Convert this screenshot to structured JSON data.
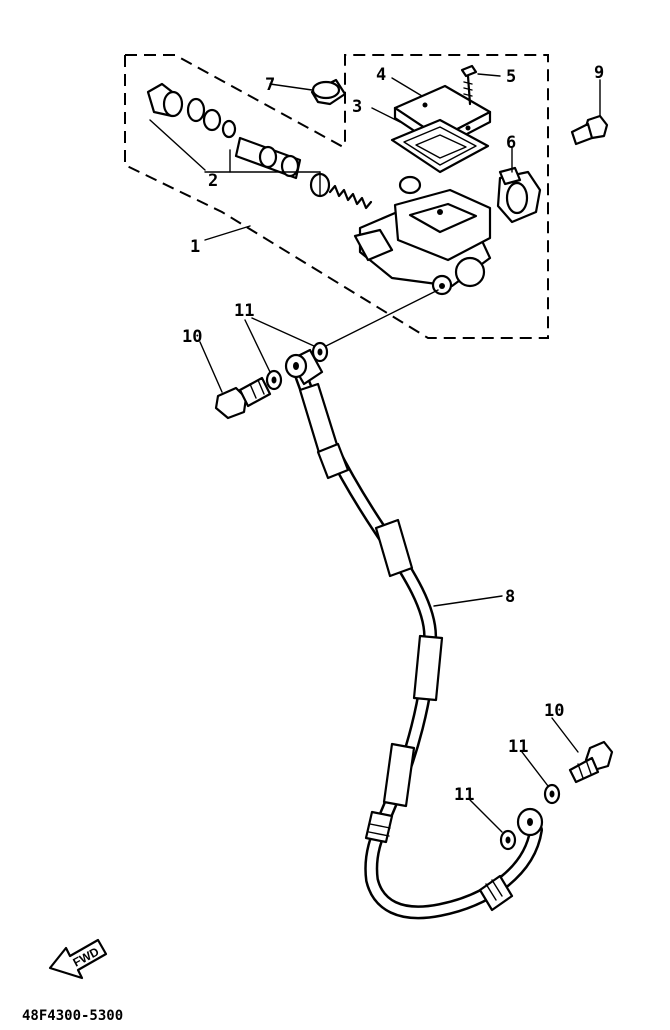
{
  "diagram": {
    "part_code": "48F4300-5300",
    "direction_arrow": "FWD",
    "callouts": [
      {
        "id": "c1",
        "text": "1"
      },
      {
        "id": "c2",
        "text": "2"
      },
      {
        "id": "c3",
        "text": "3"
      },
      {
        "id": "c4",
        "text": "4"
      },
      {
        "id": "c5",
        "text": "5"
      },
      {
        "id": "c6",
        "text": "6"
      },
      {
        "id": "c7",
        "text": "7"
      },
      {
        "id": "c8",
        "text": "8"
      },
      {
        "id": "c9",
        "text": "9"
      },
      {
        "id": "c10a",
        "text": "10"
      },
      {
        "id": "c10b",
        "text": "10"
      },
      {
        "id": "c11a",
        "text": "11"
      },
      {
        "id": "c11b",
        "text": "11"
      },
      {
        "id": "c11c",
        "text": "11"
      }
    ]
  }
}
